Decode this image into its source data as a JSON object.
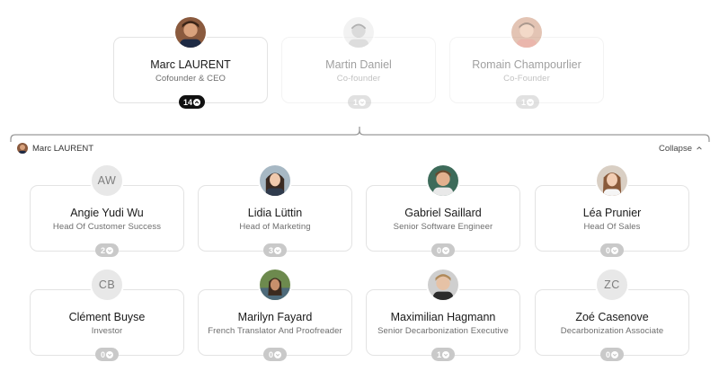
{
  "top_row": [
    {
      "name": "Marc LAURENT",
      "role": "Cofounder & CEO",
      "count": "14",
      "expanded": true
    },
    {
      "name": "Martin Daniel",
      "role": "Co-founder",
      "count": "1",
      "expanded": false
    },
    {
      "name": "Romain Champourlier",
      "role": "Co-Founder",
      "count": "1",
      "expanded": false
    }
  ],
  "group": {
    "manager_name": "Marc LAURENT",
    "collapse_label": "Collapse"
  },
  "reports": [
    {
      "name": "Angie Yudi Wu",
      "role": "Head Of Customer Success",
      "initials": "AW",
      "count": "2"
    },
    {
      "name": "Lidia Lüttin",
      "role": "Head of Marketing",
      "count": "3"
    },
    {
      "name": "Gabriel Saillard",
      "role": "Senior Software Engineer",
      "count": "0"
    },
    {
      "name": "Léa Prunier",
      "role": "Head Of Sales",
      "count": "0"
    },
    {
      "name": "Clément Buyse",
      "role": "Investor",
      "initials": "CB",
      "count": "0"
    },
    {
      "name": "Marilyn Fayard",
      "role": "French Translator And Proofreader",
      "count": "0"
    },
    {
      "name": "Maximilian Hagmann",
      "role": "Senior Decarbonization Executive",
      "count": "1"
    },
    {
      "name": "Zoé Casenove",
      "role": "Decarbonization Associate",
      "initials": "ZC",
      "count": "0"
    }
  ],
  "icons": {
    "chevron_up": "chevron-up-icon",
    "chevron_down": "chevron-down-icon"
  }
}
